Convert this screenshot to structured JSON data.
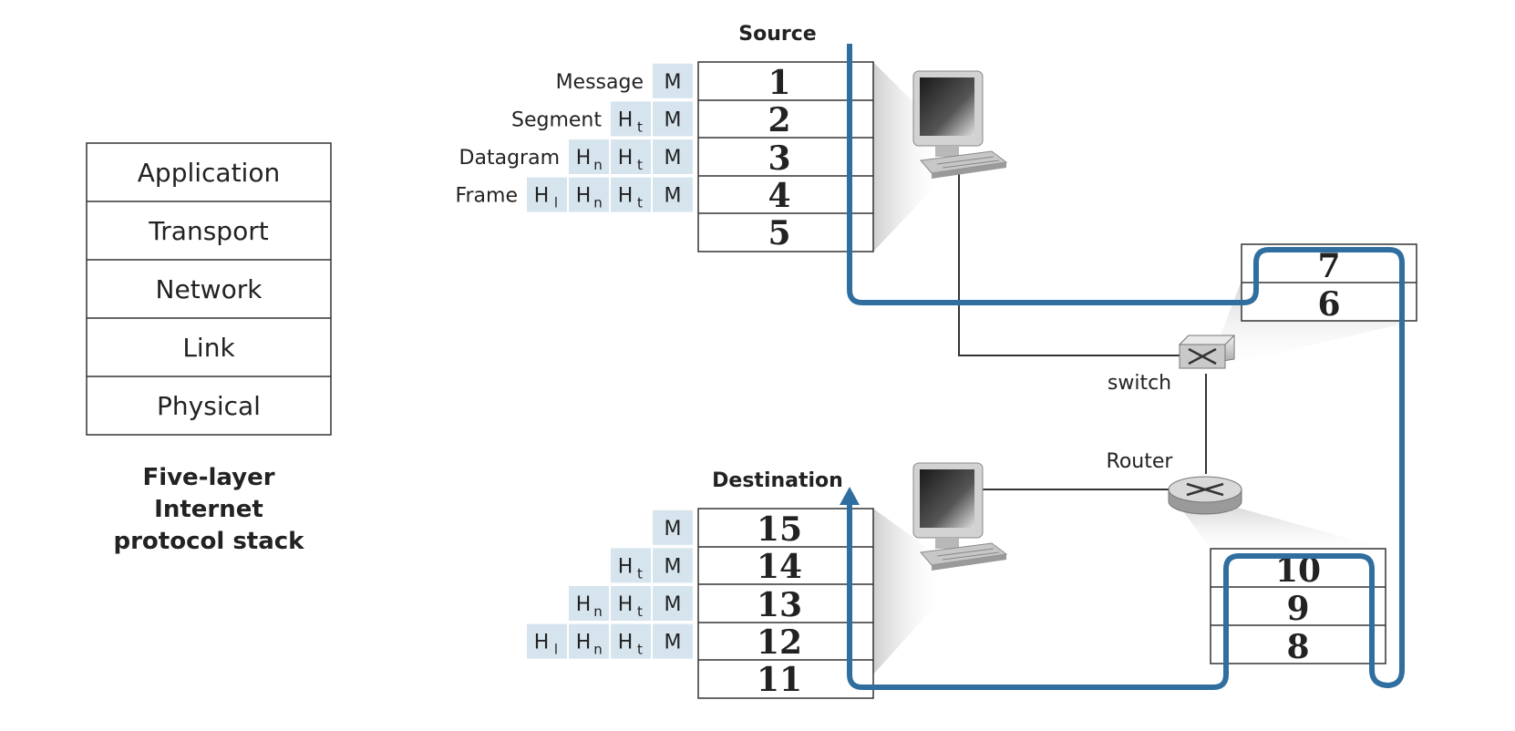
{
  "protocol_stack": {
    "layers": [
      "Application",
      "Transport",
      "Network",
      "Link",
      "Physical"
    ],
    "caption_lines": [
      "Five-layer",
      "Internet",
      "protocol stack"
    ]
  },
  "source": {
    "title": "Source",
    "layers": [
      "1",
      "2",
      "3",
      "4",
      "5"
    ],
    "pdu_rows": [
      {
        "label": "Message",
        "headers": [
          {
            "text": "M",
            "sub": ""
          }
        ]
      },
      {
        "label": "Segment",
        "headers": [
          {
            "text": "H",
            "sub": "t"
          },
          {
            "text": "M",
            "sub": ""
          }
        ]
      },
      {
        "label": "Datagram",
        "headers": [
          {
            "text": "H",
            "sub": "n"
          },
          {
            "text": "H",
            "sub": "t"
          },
          {
            "text": "M",
            "sub": ""
          }
        ]
      },
      {
        "label": "Frame",
        "headers": [
          {
            "text": "H",
            "sub": "l"
          },
          {
            "text": "H",
            "sub": "n"
          },
          {
            "text": "H",
            "sub": "t"
          },
          {
            "text": "M",
            "sub": ""
          }
        ]
      }
    ]
  },
  "destination": {
    "title": "Destination",
    "layers": [
      "15",
      "14",
      "13",
      "12",
      "11"
    ],
    "pdu_rows": [
      {
        "label": "",
        "headers": [
          {
            "text": "M",
            "sub": ""
          }
        ]
      },
      {
        "label": "",
        "headers": [
          {
            "text": "H",
            "sub": "t"
          },
          {
            "text": "M",
            "sub": ""
          }
        ]
      },
      {
        "label": "",
        "headers": [
          {
            "text": "H",
            "sub": "n"
          },
          {
            "text": "H",
            "sub": "t"
          },
          {
            "text": "M",
            "sub": ""
          }
        ]
      },
      {
        "label": "",
        "headers": [
          {
            "text": "H",
            "sub": "l"
          },
          {
            "text": "H",
            "sub": "n"
          },
          {
            "text": "H",
            "sub": "t"
          },
          {
            "text": "M",
            "sub": ""
          }
        ]
      }
    ]
  },
  "switch": {
    "label": "switch",
    "layers": [
      "7",
      "6"
    ]
  },
  "router": {
    "label": "Router",
    "layers": [
      "10",
      "9",
      "8"
    ]
  },
  "colors": {
    "path": "#2f6e9e",
    "header_fill": "#d6e4ee",
    "cone": "#d8d8d8"
  },
  "icons": {
    "hosts": "computer-icon",
    "switch": "switch-icon",
    "router": "router-icon"
  }
}
